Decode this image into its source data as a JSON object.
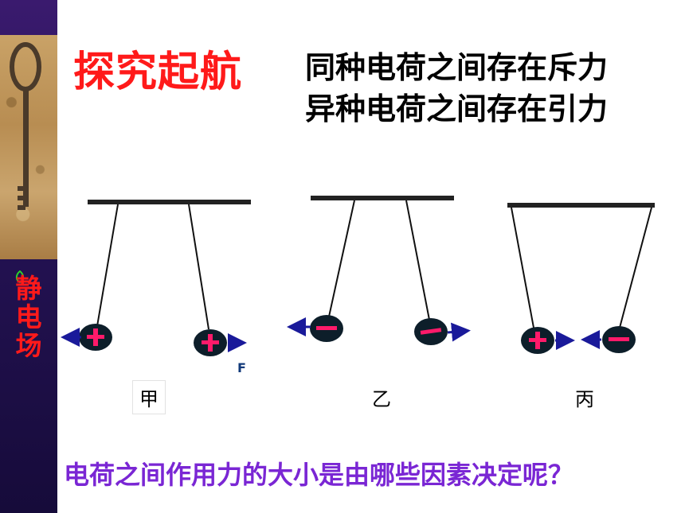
{
  "sidebar": {
    "title_chars": [
      "静",
      "电",
      "场"
    ]
  },
  "heading": "探究起航",
  "rules": [
    "同种电荷之间存在斥力",
    "异种电荷之间存在引力"
  ],
  "captions": [
    "甲",
    "乙",
    "丙"
  ],
  "force_label": "F",
  "question": "电荷之间作用力的大小是由哪些因素决定呢？",
  "colors": {
    "heading": "#ff1a1a",
    "question": "#7a26d4",
    "arrow": "#1a1a9a",
    "charge_sign": "#ff1a6a"
  }
}
